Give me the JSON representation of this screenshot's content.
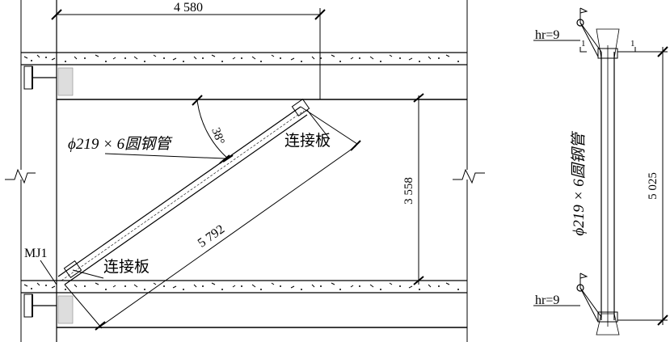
{
  "dimensions": {
    "top_width": "4 580",
    "brace_length": "5 792",
    "story_height": "3 558",
    "side_height": "5 025"
  },
  "labels": {
    "member": "ϕ219 × 6圆钢管",
    "plate_upper": "连接板",
    "plate_lower": "连接板",
    "joint": "MJ1",
    "side_member": "ϕ219 × 6圆钢管",
    "weld_top": "hr=9",
    "weld_bottom": "hr=9",
    "section_mark_left": "1",
    "section_mark_right": "1"
  },
  "angle": {
    "value": "38°"
  },
  "colors": {
    "line": "#000000",
    "background": "#ffffff"
  }
}
